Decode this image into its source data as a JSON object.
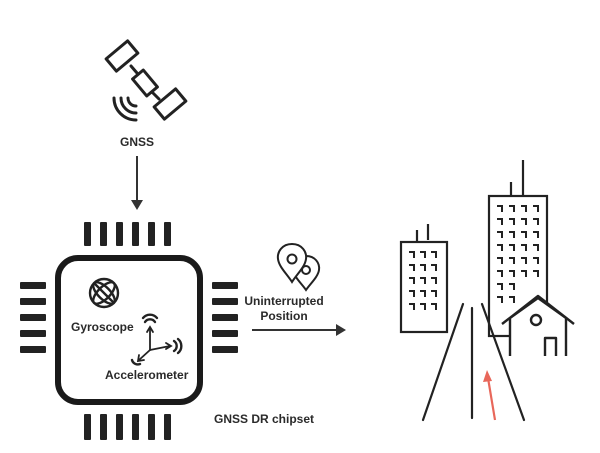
{
  "labels": {
    "gnss": "GNSS",
    "gyroscope": "Gyroscope",
    "accelerometer": "Accelerometer",
    "chipset": "GNSS DR chipset",
    "position_line1": "Uninterrupted",
    "position_line2": "Position"
  },
  "icons": {
    "satellite": "satellite-icon",
    "location_pins": "location-pins-icon",
    "gyroscope": "gyroscope-icon",
    "accelerometer": "accelerometer-icon",
    "city": "city-buildings-icon",
    "road": "road-icon",
    "house": "house-icon"
  },
  "colors": {
    "stroke": "#222222",
    "heading_arrow": "#e8675a"
  }
}
